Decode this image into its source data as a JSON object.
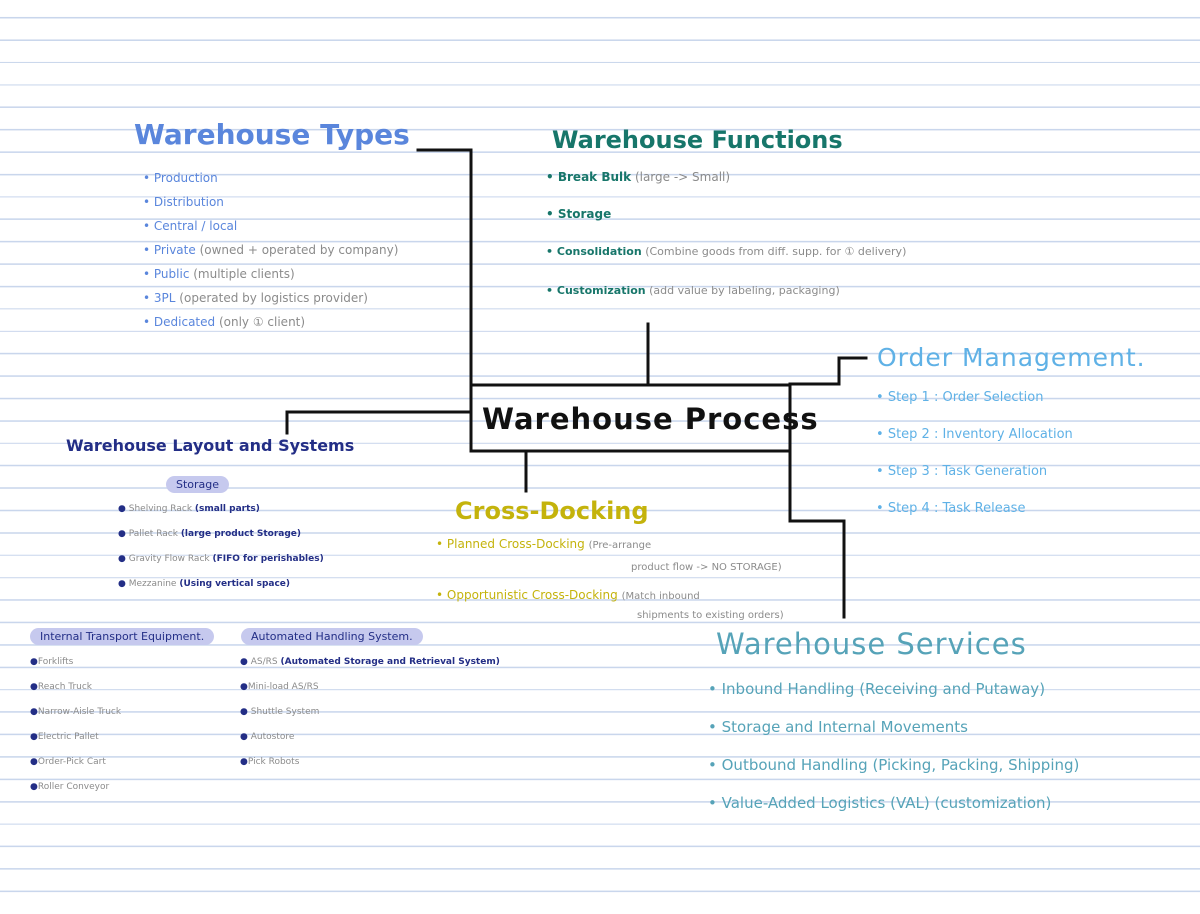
{
  "colors": {
    "types": "#5a86dc",
    "functions": "#17766a",
    "center": "#111111",
    "order": "#5fb1e6",
    "layout": "#232e86",
    "crossdock": "#c4b30c",
    "services": "#56a3b8",
    "detail": "#8b8b8b",
    "pill": "#c6c9ee"
  },
  "center": {
    "title": "Warehouse Process"
  },
  "warehouse_types": {
    "title": "Warehouse Types",
    "items": [
      {
        "label": "Production",
        "detail": ""
      },
      {
        "label": "Distribution",
        "detail": ""
      },
      {
        "label": "Central / local",
        "detail": ""
      },
      {
        "label": "Private",
        "detail": "(owned + operated by company)"
      },
      {
        "label": "Public",
        "detail": "(multiple clients)"
      },
      {
        "label": "3PL",
        "detail": "(operated by logistics provider)"
      },
      {
        "label": "Dedicated",
        "detail": "(only ① client)"
      }
    ]
  },
  "warehouse_functions": {
    "title": "Warehouse Functions",
    "items": [
      {
        "label": "Break Bulk",
        "detail": "(large -> Small)"
      },
      {
        "label": "Storage",
        "detail": ""
      },
      {
        "label": "Consolidation",
        "detail": "(Combine goods from diff. supp. for ① delivery)"
      },
      {
        "label": "Customization",
        "detail": "(add value by labeling, packaging)"
      }
    ]
  },
  "order_management": {
    "title": "Order Management.",
    "steps": [
      "Step 1 : Order Selection",
      "Step 2 : Inventory Allocation",
      "Step 3 : Task Generation",
      "Step 4 : Task Release"
    ]
  },
  "layout_systems": {
    "title": "Warehouse Layout and Systems",
    "storage": {
      "label": "Storage",
      "items": [
        {
          "label": "Shelving Rack",
          "detail": "(small parts)"
        },
        {
          "label": "Pallet Rack",
          "detail": "(large product Storage)"
        },
        {
          "label": "Gravity Flow Rack",
          "detail": "(FIFO for perishables)"
        },
        {
          "label": "Mezzanine",
          "detail": "(Using vertical space)"
        }
      ]
    },
    "transport": {
      "label": "Internal Transport Equipment.",
      "items": [
        "Forklifts",
        "Reach Truck",
        "Narrow-Aisle Truck",
        "Electric Pallet",
        "Order-Pick Cart",
        "Roller Conveyor"
      ]
    },
    "automated": {
      "label": "Automated Handling System.",
      "items": [
        {
          "label": "AS/RS",
          "detail": "(Automated Storage and Retrieval System)"
        },
        {
          "label": "Mini-load AS/RS",
          "detail": ""
        },
        {
          "label": "Shuttle System",
          "detail": ""
        },
        {
          "label": "Autostore",
          "detail": ""
        },
        {
          "label": "Pick Robots",
          "detail": ""
        }
      ]
    }
  },
  "cross_docking": {
    "title": "Cross-Docking",
    "items": [
      {
        "label": "Planned Cross-Docking",
        "detail1": "(Pre-arrange",
        "detail2": "product flow -> NO STORAGE)"
      },
      {
        "label": "Opportunistic Cross-Docking",
        "detail1": "(Match inbound",
        "detail2": "shipments to existing orders)"
      }
    ]
  },
  "warehouse_services": {
    "title": "Warehouse Services",
    "items": [
      "Inbound Handling (Receiving and Putaway)",
      "Storage and Internal Movements",
      "Outbound Handling (Picking, Packing, Shipping)",
      "Value-Added Logistics (VAL) (customization)"
    ]
  }
}
